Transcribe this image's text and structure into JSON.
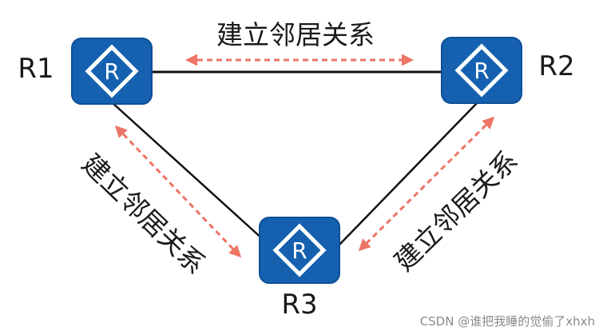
{
  "routers": [
    {
      "id": "r1",
      "label": "R1",
      "symbol": "R"
    },
    {
      "id": "r2",
      "label": "R2",
      "symbol": "R"
    },
    {
      "id": "r3",
      "label": "R3",
      "symbol": "R"
    }
  ],
  "links": [
    {
      "id": "r1-r2",
      "text": "建立邻居关系"
    },
    {
      "id": "r1-r3",
      "text": "建立邻居关系"
    },
    {
      "id": "r2-r3",
      "text": "建立邻居关系"
    }
  ],
  "watermark": "CSDN @谁把我睡的觉偷了xhxh",
  "colors": {
    "router_fill": "#1561b0",
    "router_stroke": "#0d4f96",
    "router_symbol": "#ffffff",
    "link_line": "#111111",
    "arrow": "#ee7466",
    "text": "#1a1a1a",
    "watermark": "#8a8a8a"
  }
}
